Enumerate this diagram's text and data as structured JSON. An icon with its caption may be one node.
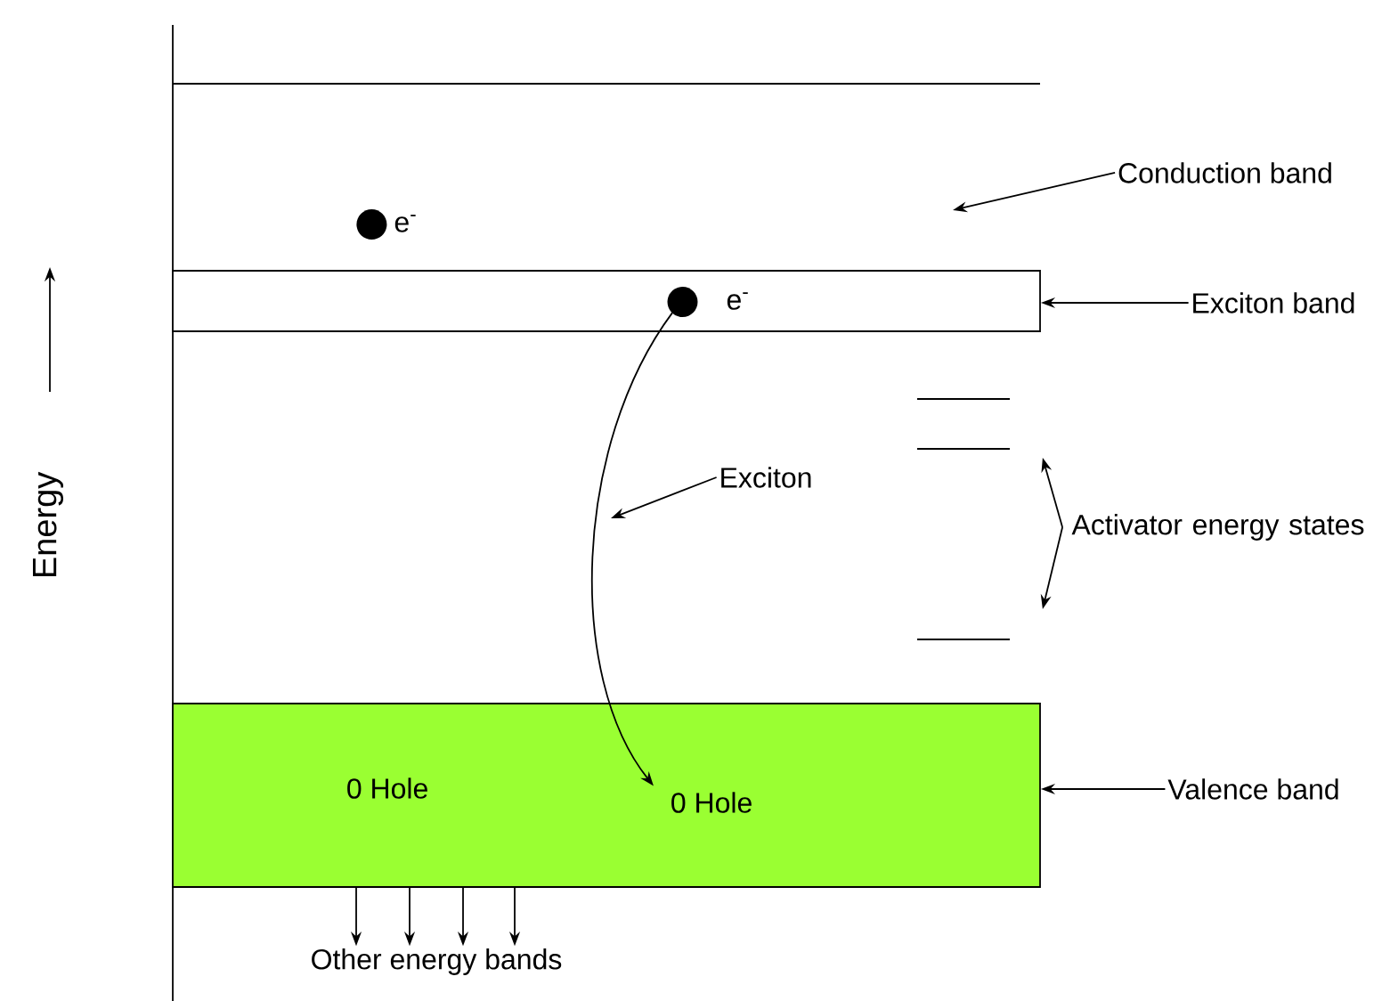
{
  "diagram": {
    "nodes": [
      {
        "text": [],
        "shape": "box"
      },
      {
        "text": [],
        "shape": "box"
      },
      {
        "text": [
          "e$^{-}$"
        ]
      },
      {
        "text": [
          "e$^{-}$"
        ],
        "in": 0
      },
      {
        "text": [
          "0 Hole"
        ],
        "in": 1
      },
      {
        "text": [
          "0 Hole"
        ],
        "in": 1
      },
      {
        "text": [],
        "shape": "bar"
      },
      {
        "text": [],
        "shape": "bar"
      },
      {
        "text": [],
        "shape": "bar"
      },
      {
        "text": [
          "Conduction band"
        ]
      },
      {
        "text": [
          "Exciton band"
        ]
      },
      {
        "text": [
          "Exciton"
        ]
      },
      {
        "text": [
          "Activator energy states"
        ]
      },
      {
        "text": [
          "Valence band"
        ]
      },
      {
        "text": [
          "Other energy bands"
        ]
      }
    ],
    "edges": [
      {
        "from": 3,
        "to": 5,
        "arrow": "to"
      },
      {
        "from": 9,
        "to": null,
        "arrow": "to"
      },
      {
        "from": 10,
        "to": 0,
        "arrow": "to"
      },
      {
        "from": 11,
        "to": null,
        "arrow": "to"
      },
      {
        "from": 12,
        "to": 7,
        "arrow": "to"
      },
      {
        "from": 12,
        "to": 8,
        "arrow": "to"
      },
      {
        "from": 13,
        "to": 1,
        "arrow": "to"
      },
      {
        "from": 1,
        "to": 14,
        "arrow": "to"
      },
      {
        "from": 1,
        "to": 14,
        "arrow": "to"
      },
      {
        "from": 1,
        "to": 14,
        "arrow": "to"
      },
      {
        "from": 1,
        "to": 14,
        "arrow": "to"
      }
    ],
    "labels": [
      "Energy"
    ]
  }
}
